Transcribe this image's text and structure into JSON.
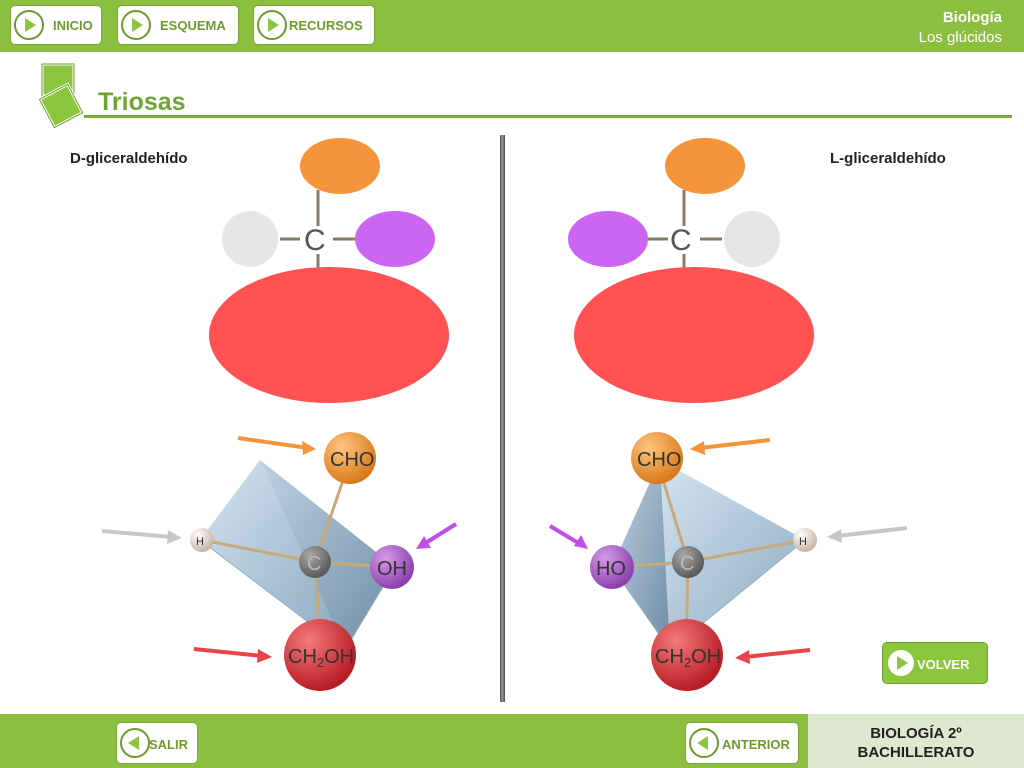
{
  "header": {
    "nav": [
      {
        "label": "INICIO"
      },
      {
        "label": "ESQUEMA"
      },
      {
        "label": "RECURSOS"
      }
    ],
    "subject": "Biología",
    "topic": "Los glúcidos"
  },
  "main": {
    "title": "Triosas",
    "left_label": "D-gliceraldehído",
    "right_label": "L-gliceraldehído",
    "atom_labels": {
      "carbon": "C",
      "cho": "CHO",
      "oh": "OH",
      "ho": "HO",
      "h": "H",
      "ch2oh_main": "CH",
      "ch2oh_sub": "2",
      "ch2oh_end": "OH"
    },
    "volver_label": "VOLVER"
  },
  "footer": {
    "salir_label": "SALIR",
    "anterior_label": "ANTERIOR",
    "course_line1": "BIOLOGÍA 2º",
    "course_line2": "BACHILLERATO"
  },
  "colors": {
    "bar_green": "#8cbf3f",
    "orange": "#f5943a",
    "purple": "#cc66f2",
    "red": "#ff5252",
    "light_grey": "#e6e6e6"
  }
}
